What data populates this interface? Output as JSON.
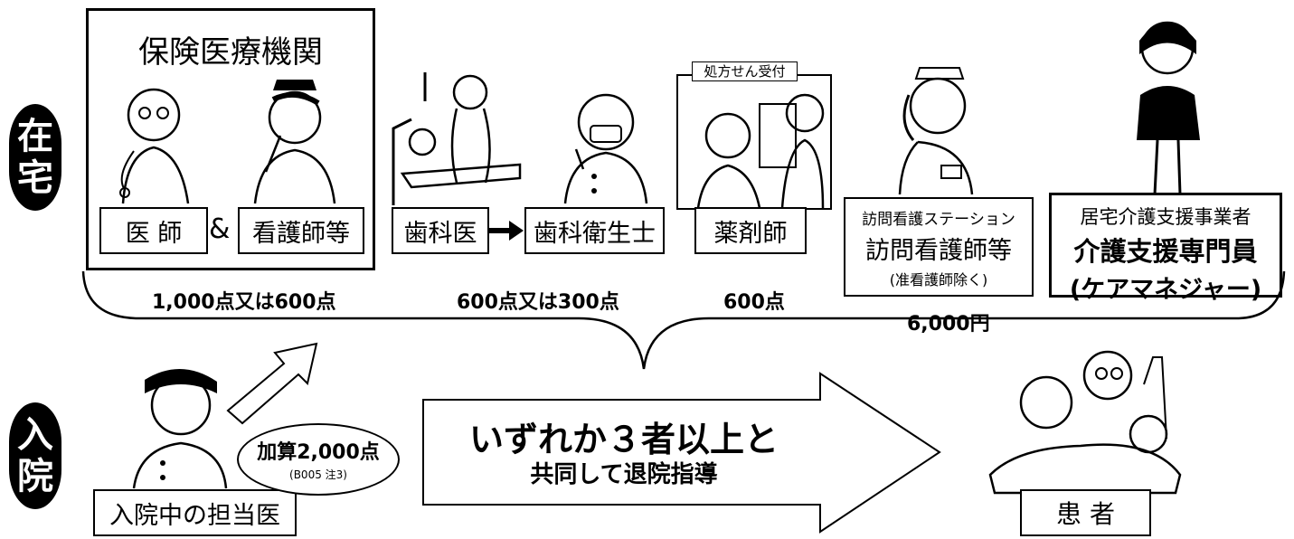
{
  "sections": {
    "home": [
      "在",
      "宅"
    ],
    "hospital": [
      "入",
      "院"
    ]
  },
  "hospital_org": {
    "title": "保険医療機関"
  },
  "roles": {
    "doctor": "医 師",
    "amp": "&",
    "nurse": "看護師等",
    "dentist": "歯科医",
    "dental_hygienist": "歯科衛生士",
    "pharmacist": "薬剤師",
    "visiting_station": "訪問看護ステーション",
    "visiting_nurse": "訪問看護師等",
    "visiting_note": "(准看護師除く)",
    "care_office": "居宅介護支援事業者",
    "care_specialist": "介護支援専門員",
    "care_manager": "(ケアマネジャー)",
    "prescription_sign": "処方せん受付"
  },
  "points": {
    "medical": "1,000点又は600点",
    "dental": "600点又は300点",
    "pharmacy": "600点",
    "visiting": "6,000円"
  },
  "hospital_doctor": "入院中の担当医",
  "addition": {
    "label": "加算2,000点",
    "note": "(B005 注3)"
  },
  "main_arrow": {
    "line1": "いずれか３者以上と",
    "line2": "共同して退院指導"
  },
  "patient": "患 者"
}
